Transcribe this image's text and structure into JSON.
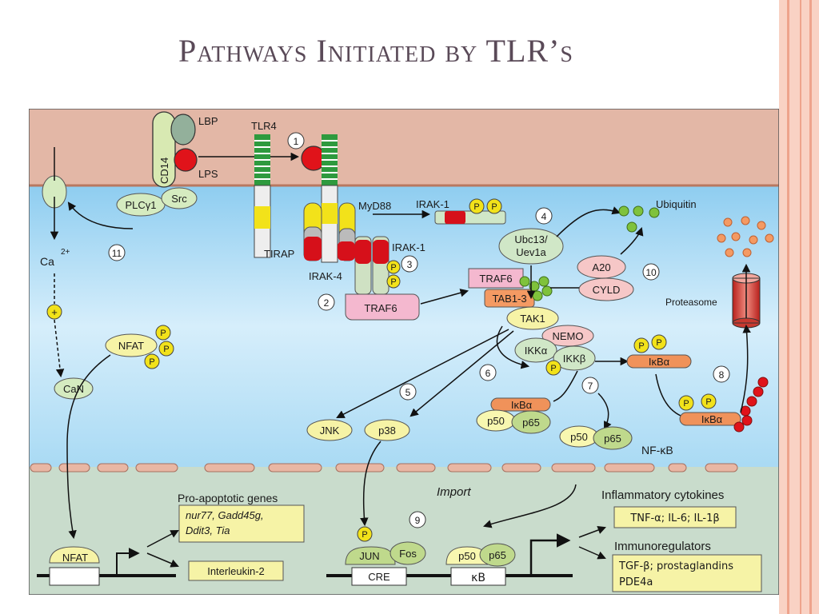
{
  "title": "Pathways Initiated by TLR’s",
  "labels": {
    "lbp": "LBP",
    "cd14": "CD14",
    "lps": "LPS",
    "tlr4": "TLR4",
    "plc": "PLCγ1",
    "src": "Src",
    "ca": "Ca",
    "ca_sup": "2+",
    "plus": "+",
    "can": "CaN",
    "nfat": "NFAT",
    "p": "P",
    "myd88": "MyD88",
    "irak1": "IRAK-1",
    "tirap": "TIRAP",
    "irak4": "IRAK-4",
    "traf6": "TRAF6",
    "tab13": "TAB1-3",
    "tak1": "TAK1",
    "ubc13_a": "Ubc13/",
    "ubc13_b": "Uev1a",
    "ubiquitin": "Ubiquitin",
    "a20": "A20",
    "cyld": "CYLD",
    "proteasome": "Proteasome",
    "nemo": "NEMO",
    "ikka": "IKKα",
    "ikkb": "IKKβ",
    "ikba": "IκBα",
    "p50": "p50",
    "p65": "p65",
    "jnk": "JNK",
    "p38": "p38",
    "nfkb": "NF-κB",
    "import": "Import",
    "proapoptotic": "Pro-apoptotic genes",
    "genes_a": "nur77, Gadd45g,",
    "genes_b": "Ddit3, Tia",
    "il2": "Interleukin-2",
    "inflammatory": "Inflammatory cytokines",
    "cytokines": "TNF-α; IL-6; IL-1β",
    "immunoregulators": "Immunoregulators",
    "immuno_a": "TGF-β; prostaglandins",
    "immuno_b": "PDE4a",
    "jun": "JUN",
    "fos": "Fos",
    "cre": "CRE",
    "kb": "κB"
  },
  "steps": [
    "1",
    "2",
    "3",
    "4",
    "5",
    "6",
    "7",
    "8",
    "9",
    "10",
    "11"
  ]
}
